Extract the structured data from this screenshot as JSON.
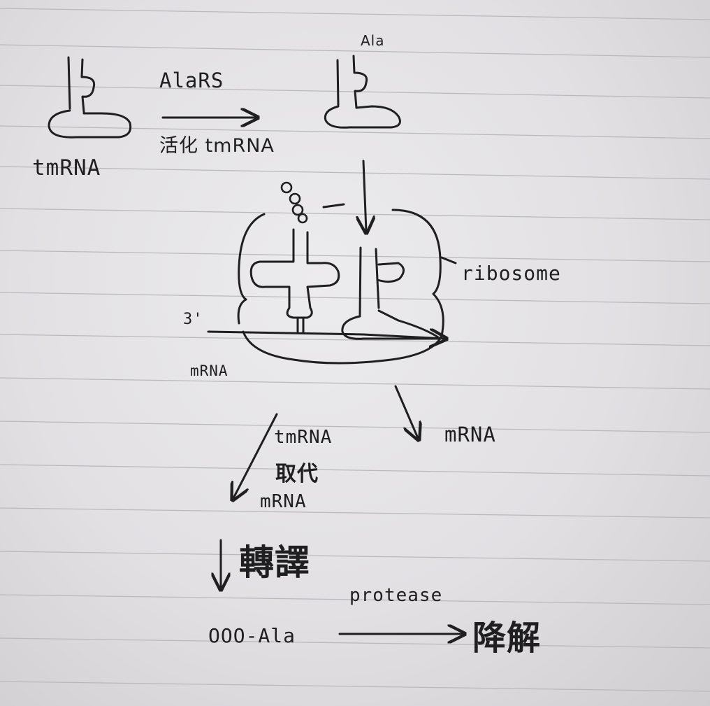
{
  "labels": {
    "tmrna_top": "tmRNA",
    "alars": "AlaRS",
    "activated_tmrna": "活化 tmRNA",
    "ala_top": "Ala",
    "ribosome": "ribosome",
    "three_prime": "3'",
    "mrna_left": "mRNA",
    "mrna_right": "mRNA",
    "tmrna_mid": "tmRNA",
    "replace": "取代",
    "mrna_mid": "mRNA",
    "translate": "轉譯",
    "protease": "protease",
    "peptide_tag": "OOO-Ala",
    "degrade": "降解"
  },
  "colors": {
    "ink": "#1f1f22",
    "rule": "#b9b8bd"
  }
}
